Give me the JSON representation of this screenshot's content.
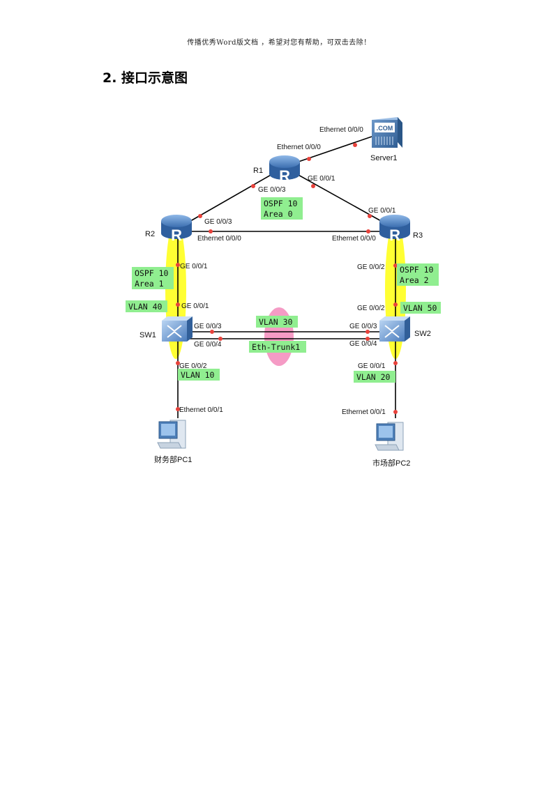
{
  "header_note": "传播优秀Word版文档 ，希望对您有帮助，可双击去除！",
  "section_title": "2. 接口示意图",
  "colors": {
    "router_body": "#4f86c6",
    "label_bg": "#90ee90",
    "highlight_yellow": "#ffff33",
    "highlight_pink": "#f59bc5",
    "port_dot": "#e8423b",
    "link": "#000000"
  },
  "devices": {
    "r1": "R1",
    "r2": "R2",
    "r3": "R3",
    "sw1": "SW1",
    "sw2": "SW2",
    "server": "Server1",
    "server_screen": ".COM",
    "router_glyph": "R",
    "pc1": "财务部PC1",
    "pc2": "市场部PC2"
  },
  "ports": {
    "server_eth": "Ethernet 0/0/0",
    "r1_eth": "Ethernet 0/0/0",
    "r1_ge003": "GE 0/0/3",
    "r1_ge001": "GE 0/0/1",
    "r2_ge003": "GE 0/0/3",
    "r2_eth": "Ethernet 0/0/0",
    "r3_ge001": "GE 0/0/1",
    "r3_eth": "Ethernet 0/0/0",
    "r2_ge001": "GE 0/0/1",
    "sw1_ge001": "GE 0/0/1",
    "r3_ge002": "GE 0/0/2",
    "sw2_ge002": "GE 0/0/2",
    "sw1_ge003": "GE 0/0/3",
    "sw1_ge004": "GE 0/0/4",
    "sw2_ge003": "GE 0/0/3",
    "sw2_ge004": "GE 0/0/4",
    "sw1_ge002": "GE 0/0/2",
    "sw2_ge001": "GE 0/0/1",
    "pc1_eth": "Ethernet 0/0/1",
    "pc2_eth": "Ethernet 0/0/1"
  },
  "tags": {
    "area0_l1": "OSPF 10",
    "area0_l2": "Area 0",
    "area1_l1": "OSPF 10",
    "area1_l2": "Area 1",
    "area2_l1": "OSPF 10",
    "area2_l2": "Area 2",
    "vlan40": "VLAN 40",
    "vlan50": "VLAN 50",
    "vlan30": "VLAN 30",
    "eth_trunk": "Eth-Trunk1",
    "vlan10": "VLAN 10",
    "vlan20": "VLAN 20"
  }
}
